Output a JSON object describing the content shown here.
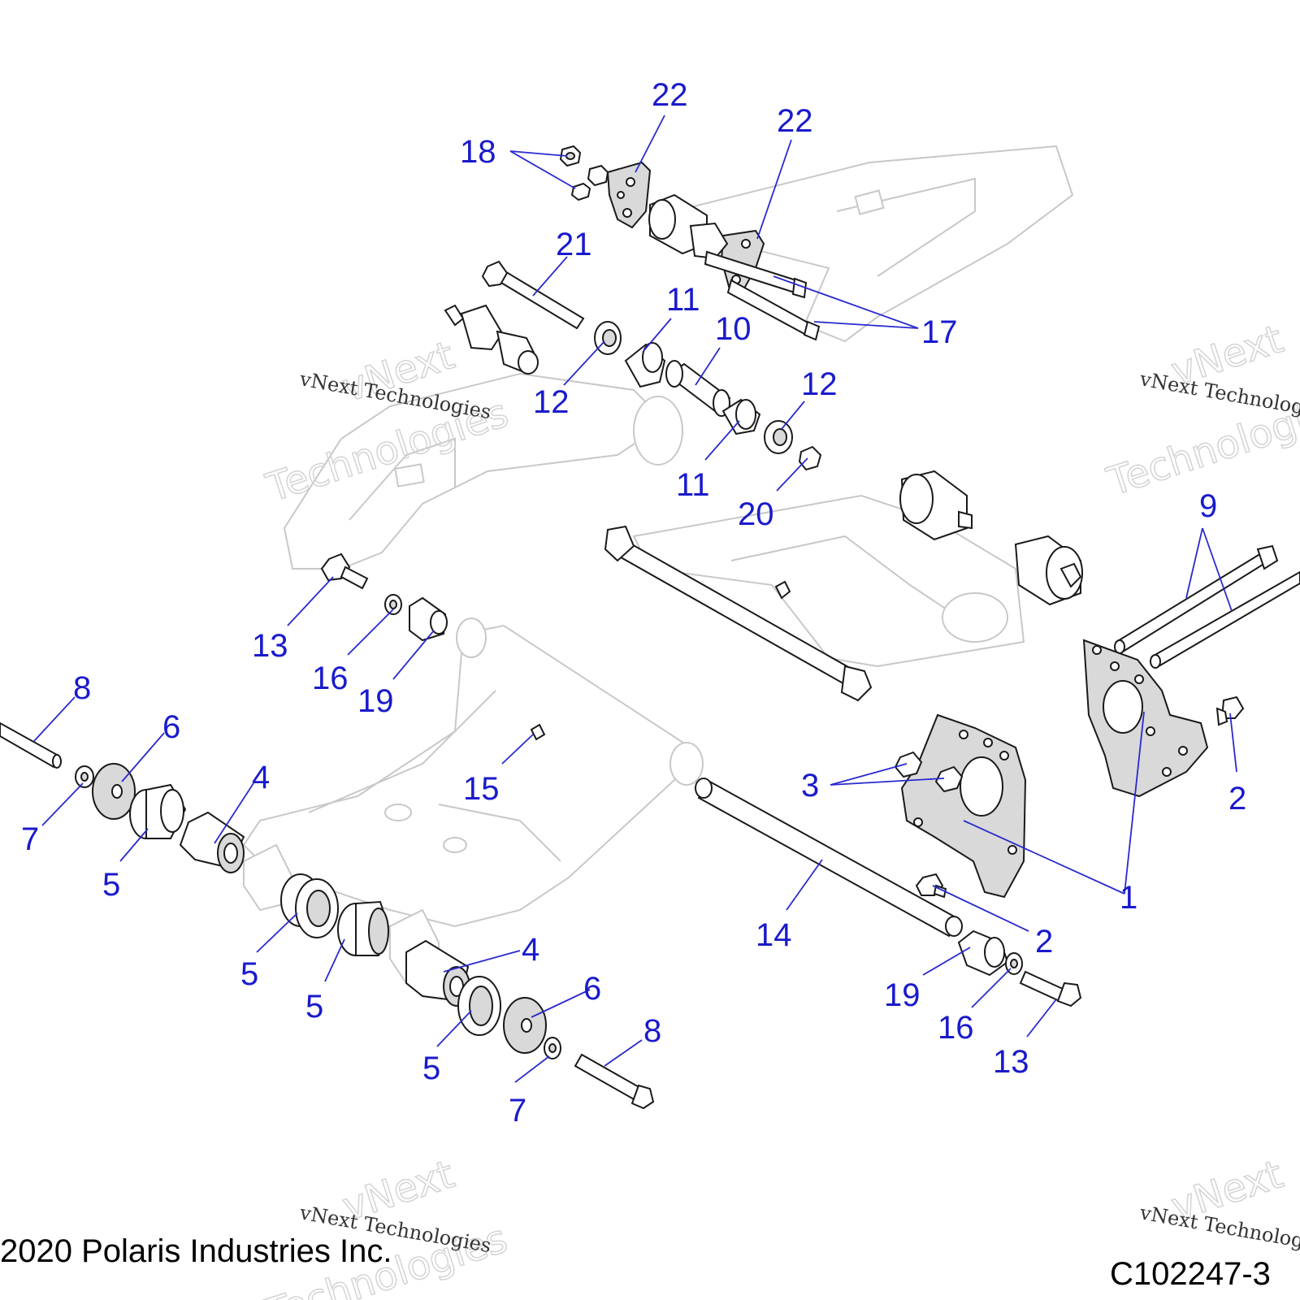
{
  "callouts": [
    {
      "id": "c22a",
      "text": "22"
    },
    {
      "id": "c22b",
      "text": "22"
    },
    {
      "id": "c18",
      "text": "18"
    },
    {
      "id": "c21",
      "text": "21"
    },
    {
      "id": "c11a",
      "text": "11"
    },
    {
      "id": "c10",
      "text": "10"
    },
    {
      "id": "c17",
      "text": "17"
    },
    {
      "id": "c12a",
      "text": "12"
    },
    {
      "id": "c12b",
      "text": "12"
    },
    {
      "id": "c11b",
      "text": "11"
    },
    {
      "id": "c20",
      "text": "20"
    },
    {
      "id": "c9",
      "text": "9"
    },
    {
      "id": "c13a",
      "text": "13"
    },
    {
      "id": "c16a",
      "text": "16"
    },
    {
      "id": "c19a",
      "text": "19"
    },
    {
      "id": "c8a",
      "text": "8"
    },
    {
      "id": "c6a",
      "text": "6"
    },
    {
      "id": "c4a",
      "text": "4"
    },
    {
      "id": "c15",
      "text": "15"
    },
    {
      "id": "c3",
      "text": "3"
    },
    {
      "id": "c2a",
      "text": "2"
    },
    {
      "id": "c7a",
      "text": "7"
    },
    {
      "id": "c5a",
      "text": "5"
    },
    {
      "id": "c1",
      "text": "1"
    },
    {
      "id": "c14",
      "text": "14"
    },
    {
      "id": "c5b",
      "text": "5"
    },
    {
      "id": "c5c",
      "text": "5"
    },
    {
      "id": "c4b",
      "text": "4"
    },
    {
      "id": "c2b",
      "text": "2"
    },
    {
      "id": "c6b",
      "text": "6"
    },
    {
      "id": "c19b",
      "text": "19"
    },
    {
      "id": "c8b",
      "text": "8"
    },
    {
      "id": "c16b",
      "text": "16"
    },
    {
      "id": "c5d",
      "text": "5"
    },
    {
      "id": "c13b",
      "text": "13"
    },
    {
      "id": "c7b",
      "text": "7"
    }
  ],
  "watermark": {
    "brand_line1": "vNext",
    "brand_line2": "Technologies",
    "brand_full": "vNext Technologies"
  },
  "footer": {
    "copyright": "2020 Polaris Industries Inc.",
    "figure_id": "C102247-3"
  },
  "colors": {
    "callout": "#1a1acc",
    "leader": "#2a2ad0",
    "outline": "#1a1a1a",
    "ghost_outline": "#c8c8c8"
  }
}
